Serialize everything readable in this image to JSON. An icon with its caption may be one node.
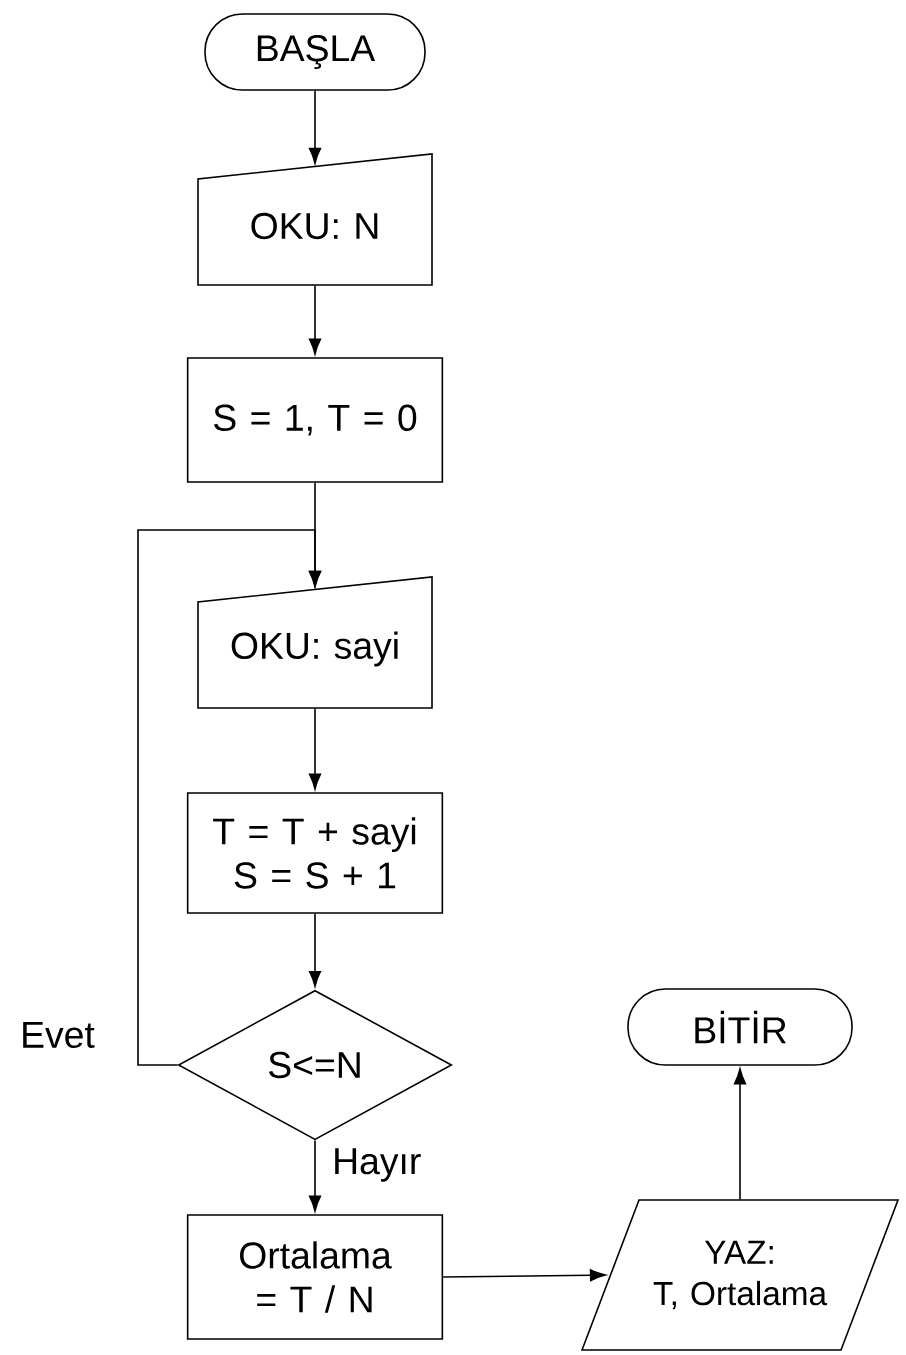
{
  "diagram": {
    "nodes": [
      {
        "text": [
          "BAŞLA"
        ]
      },
      {
        "text": [
          "OKU: N"
        ]
      },
      {
        "text": [
          "S = 1, T = 0"
        ]
      },
      {
        "text": [
          "OKU: sayi"
        ]
      },
      {
        "text": [
          "T = T + sayi",
          "S = S + 1"
        ]
      },
      {
        "text": [
          "S<=N"
        ]
      },
      {
        "text": [
          "Ortalama = T / N"
        ]
      },
      {
        "text": [
          "YAZ:",
          "T, Ortalama"
        ]
      },
      {
        "text": [
          "BİTİR"
        ]
      }
    ],
    "edges": [
      {
        "from": 0,
        "to": 1,
        "arrow": "to"
      },
      {
        "from": 1,
        "to": 2,
        "arrow": "to"
      },
      {
        "from": 2,
        "to": 3,
        "arrow": "to"
      },
      {
        "from": 3,
        "to": 4,
        "arrow": "to"
      },
      {
        "from": 4,
        "to": 5,
        "arrow": "to"
      },
      {
        "from": 5,
        "to": 3,
        "arrow": "to",
        "label": "Evet"
      },
      {
        "from": 5,
        "to": 6,
        "arrow": "to",
        "label": "Hayır"
      },
      {
        "from": 6,
        "to": 7,
        "arrow": "to"
      },
      {
        "from": 7,
        "to": 8,
        "arrow": "to"
      }
    ]
  }
}
